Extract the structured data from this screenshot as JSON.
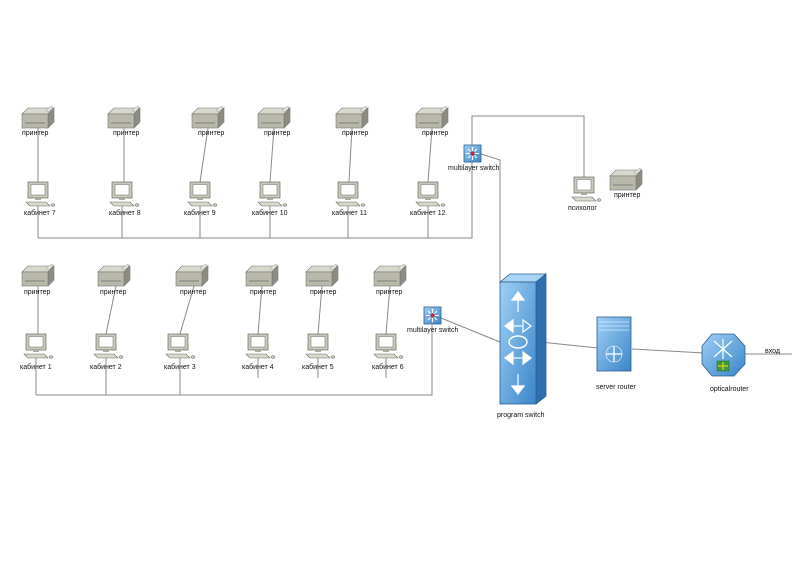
{
  "labels": {
    "printer": "принтер",
    "multilayer_switch": "multilayer switch",
    "program_switch": "program switch",
    "server_router": "server router",
    "optical_router": "opticalrouter",
    "exit": "вход",
    "psychologist": "психолог"
  },
  "rooms_top": [
    "кабинет 7",
    "кабинет 8",
    "кабинет 9",
    "кабинет 10",
    "кабинет 11",
    "кабинет 12"
  ],
  "rooms_bottom": [
    "кабинет 1",
    "кабинет 2",
    "кабинет 3",
    "кабинет  4",
    "кабинет  5",
    "кабинет 6"
  ],
  "colors": {
    "device_gray": "#b9b9ab",
    "network_blue": "#5b9bd5",
    "wire": "#8a8a8a"
  }
}
